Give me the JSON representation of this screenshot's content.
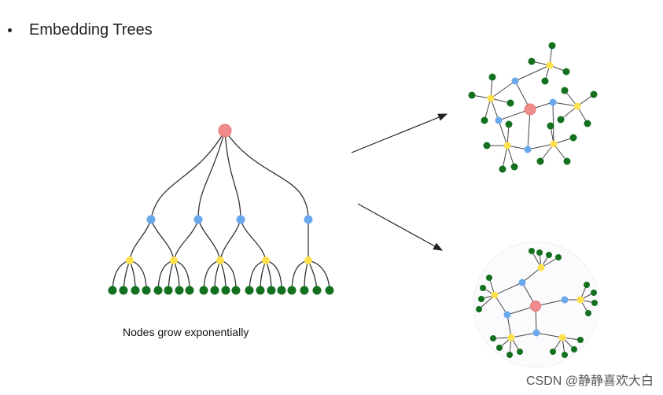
{
  "slide": {
    "bullet": "•",
    "title": "Embedding Trees"
  },
  "diagram": {
    "caption": "Nodes grow exponentially",
    "colors": {
      "root": "#f08c8c",
      "level1": "#6aa8ec",
      "level2": "#ffe14d",
      "leaf": "#12701f"
    }
  },
  "watermark": "CSDN @静静喜欢大白"
}
